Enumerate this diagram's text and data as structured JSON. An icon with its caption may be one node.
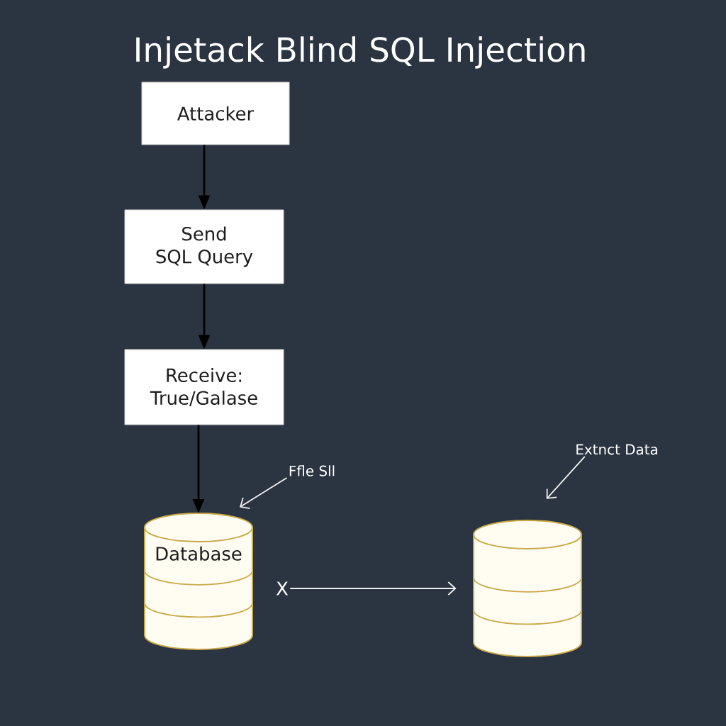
{
  "diagram": {
    "title": "Injetack Blind SQL Injection",
    "nodes": [
      {
        "text": [
          "Attacker"
        ]
      },
      {
        "text": [
          "Send SQL Query"
        ]
      },
      {
        "text": [
          "Receive: True/Galase"
        ]
      },
      {
        "text": [
          "Database"
        ]
      },
      {
        "text": [
          "Ffle Sll"
        ]
      },
      {
        "text": [
          "X"
        ]
      },
      {
        "text": [],
        "shape": "cylinder"
      },
      {
        "text": [
          "Extnct Data"
        ]
      }
    ],
    "edges": [
      {
        "from": 0,
        "to": 1,
        "arrow": "to"
      },
      {
        "from": 1,
        "to": 2,
        "arrow": "to"
      },
      {
        "from": 2,
        "to": 3,
        "arrow": "to"
      },
      {
        "from": 4,
        "to": 3,
        "arrow": "to",
        "color": "#f2f2f2"
      },
      {
        "from": 5,
        "to": 6,
        "arrow": "to",
        "color": "#f2f2f2"
      },
      {
        "from": 7,
        "to": 6,
        "arrow": "to",
        "color": "#f2f2f2"
      }
    ]
  }
}
